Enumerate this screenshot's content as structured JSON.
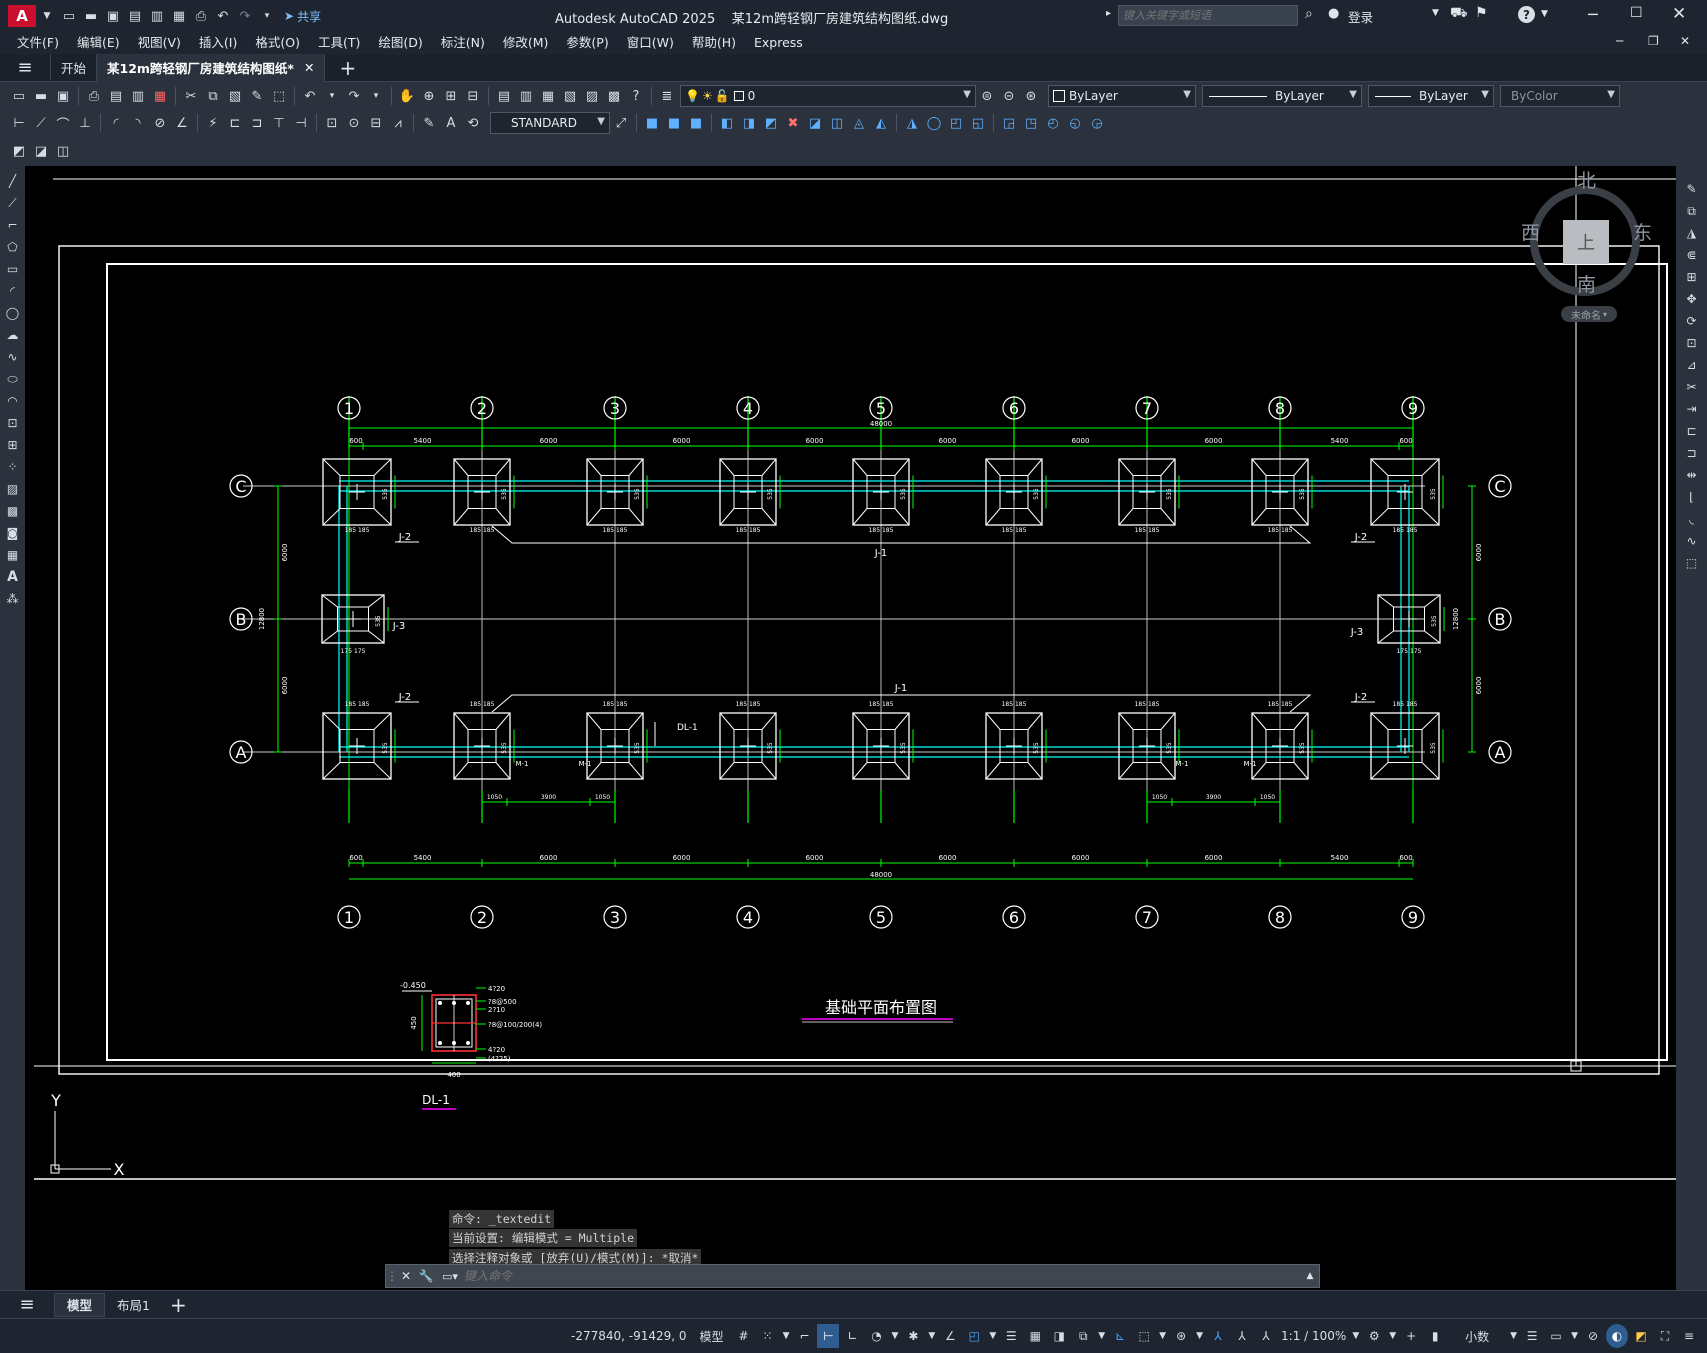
{
  "title_bar": {
    "app_logo": "A",
    "share_label": "共享",
    "app_name": "Autodesk AutoCAD 2025",
    "file_name": "某12m跨轻钢厂房建筑结构图纸.dwg",
    "search_placeholder": "键入关键字或短语",
    "login_label": "登录"
  },
  "menu": {
    "items": [
      "文件(F)",
      "编辑(E)",
      "视图(V)",
      "插入(I)",
      "格式(O)",
      "工具(T)",
      "绘图(D)",
      "标注(N)",
      "修改(M)",
      "参数(P)",
      "窗口(W)",
      "帮助(H)",
      "Express"
    ]
  },
  "tabs": {
    "start": "开始",
    "active": "某12m跨轻钢厂房建筑结构图纸*"
  },
  "toolbar": {
    "layer_value": "0",
    "color_value": "ByLayer",
    "linetype_value": "ByLayer",
    "lineweight_value": "ByLayer",
    "plotstyle_value": "ByColor",
    "dimstyle_value": "STANDARD"
  },
  "viewcube": {
    "north": "北",
    "south": "南",
    "east": "东",
    "west": "西",
    "top": "上",
    "wcs": "未命名"
  },
  "drawing": {
    "grid_cols": [
      "1",
      "2",
      "3",
      "4",
      "5",
      "6",
      "7",
      "8",
      "9"
    ],
    "grid_rows": [
      "C",
      "B",
      "A"
    ],
    "overall_dim": "48000",
    "top_spans": [
      "600",
      "5400",
      "6000",
      "6000",
      "6000",
      "6000",
      "6000",
      "6000",
      "5400",
      "600"
    ],
    "bottom_spans": [
      "600",
      "5400",
      "6000",
      "6000",
      "6000",
      "6000",
      "6000",
      "6000",
      "5400",
      "600"
    ],
    "side_dims": [
      "6000",
      "12800",
      "6000"
    ],
    "foundation_labels": [
      "J-1",
      "J-2",
      "J-3"
    ],
    "column_offset": "185 185",
    "column_offset_b": "175 175",
    "side_offset": "535",
    "door_label": "M-1",
    "door_dims": [
      "1050",
      "3900",
      "1050"
    ],
    "beam_label": "DL-1",
    "plan_title": "基础平面布置图",
    "section": {
      "title": "DL-1",
      "elevation": "-0.450",
      "top_rebar": "4?20",
      "stirrup_1": "?8@500",
      "stirrup_1b": "2?10",
      "stirrup_2": "?8@100/200(4)",
      "bottom_rebar": "4?20",
      "bottom_rebar_2": "(4?25)",
      "height": "450",
      "width": "400"
    }
  },
  "ucs": {
    "y": "Y",
    "x": "X"
  },
  "command": {
    "history": [
      "命令: _textedit",
      "当前设置: 编辑模式 = Multiple",
      "选择注释对象或 [放弃(U)/模式(M)]: *取消*"
    ],
    "placeholder": "键入命令"
  },
  "layout_tabs": {
    "model": "模型",
    "layout1": "布局1"
  },
  "status": {
    "coords": "-277840, -91429, 0",
    "mode": "模型",
    "scale": "1:1 / 100%",
    "units": "小数"
  },
  "colors": {
    "accent": "#4aa3ff",
    "grid_line": "#00ff00",
    "cyan": "#00ffff",
    "magenta": "#ff00ff",
    "red": "#ff3030"
  }
}
